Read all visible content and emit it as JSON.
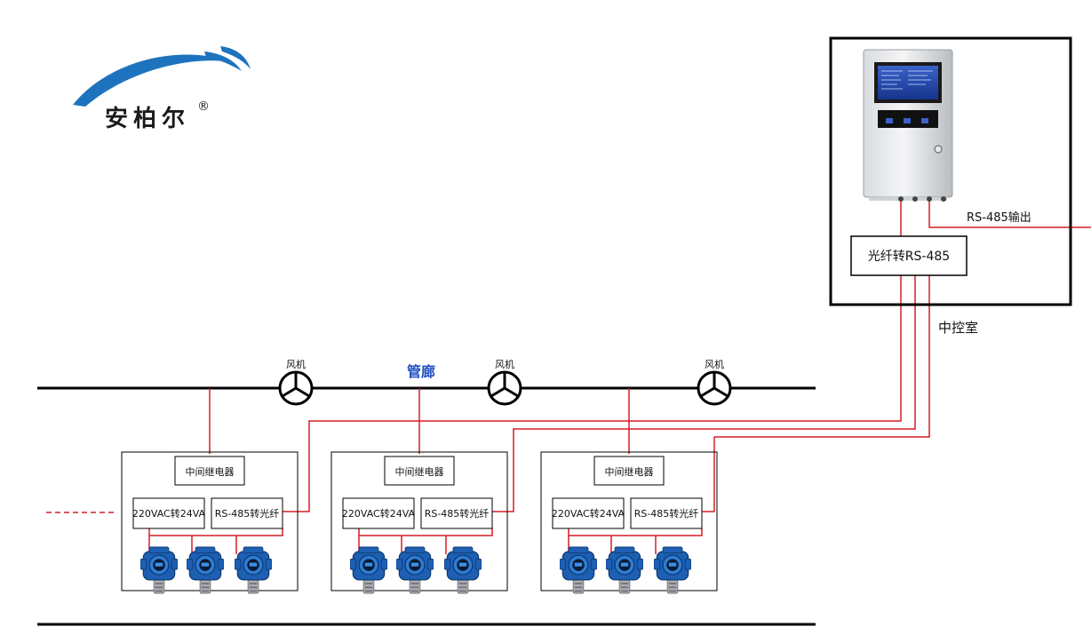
{
  "logo": {
    "text": "安柏尔",
    "registered": "®",
    "colors": {
      "arc": "#1e73be",
      "text": "#1a1a1a"
    }
  },
  "pipe_corridor_label": "管廊",
  "fans": [
    {
      "label": "风机"
    },
    {
      "label": "风机"
    },
    {
      "label": "风机"
    }
  ],
  "field_units": [
    {
      "relay": "中间继电器",
      "power_converter": "220VAC转24VA",
      "fiber_converter": "RS-485转光纤",
      "detector_count": 3
    },
    {
      "relay": "中间继电器",
      "power_converter": "220VAC转24VA",
      "fiber_converter": "RS-485转光纤",
      "detector_count": 3
    },
    {
      "relay": "中间继电器",
      "power_converter": "220VAC转24VA",
      "fiber_converter": "RS-485转光纤",
      "detector_count": 3
    }
  ],
  "control_room": {
    "label": "中控室",
    "converter": "光纤转RS-485",
    "output_label": "RS-485输出"
  },
  "colors": {
    "signal_line": "#d61f26",
    "pipe": "#000000",
    "corridor_label": "#1f4fbf",
    "detector_blue": "#1d5fb3"
  }
}
